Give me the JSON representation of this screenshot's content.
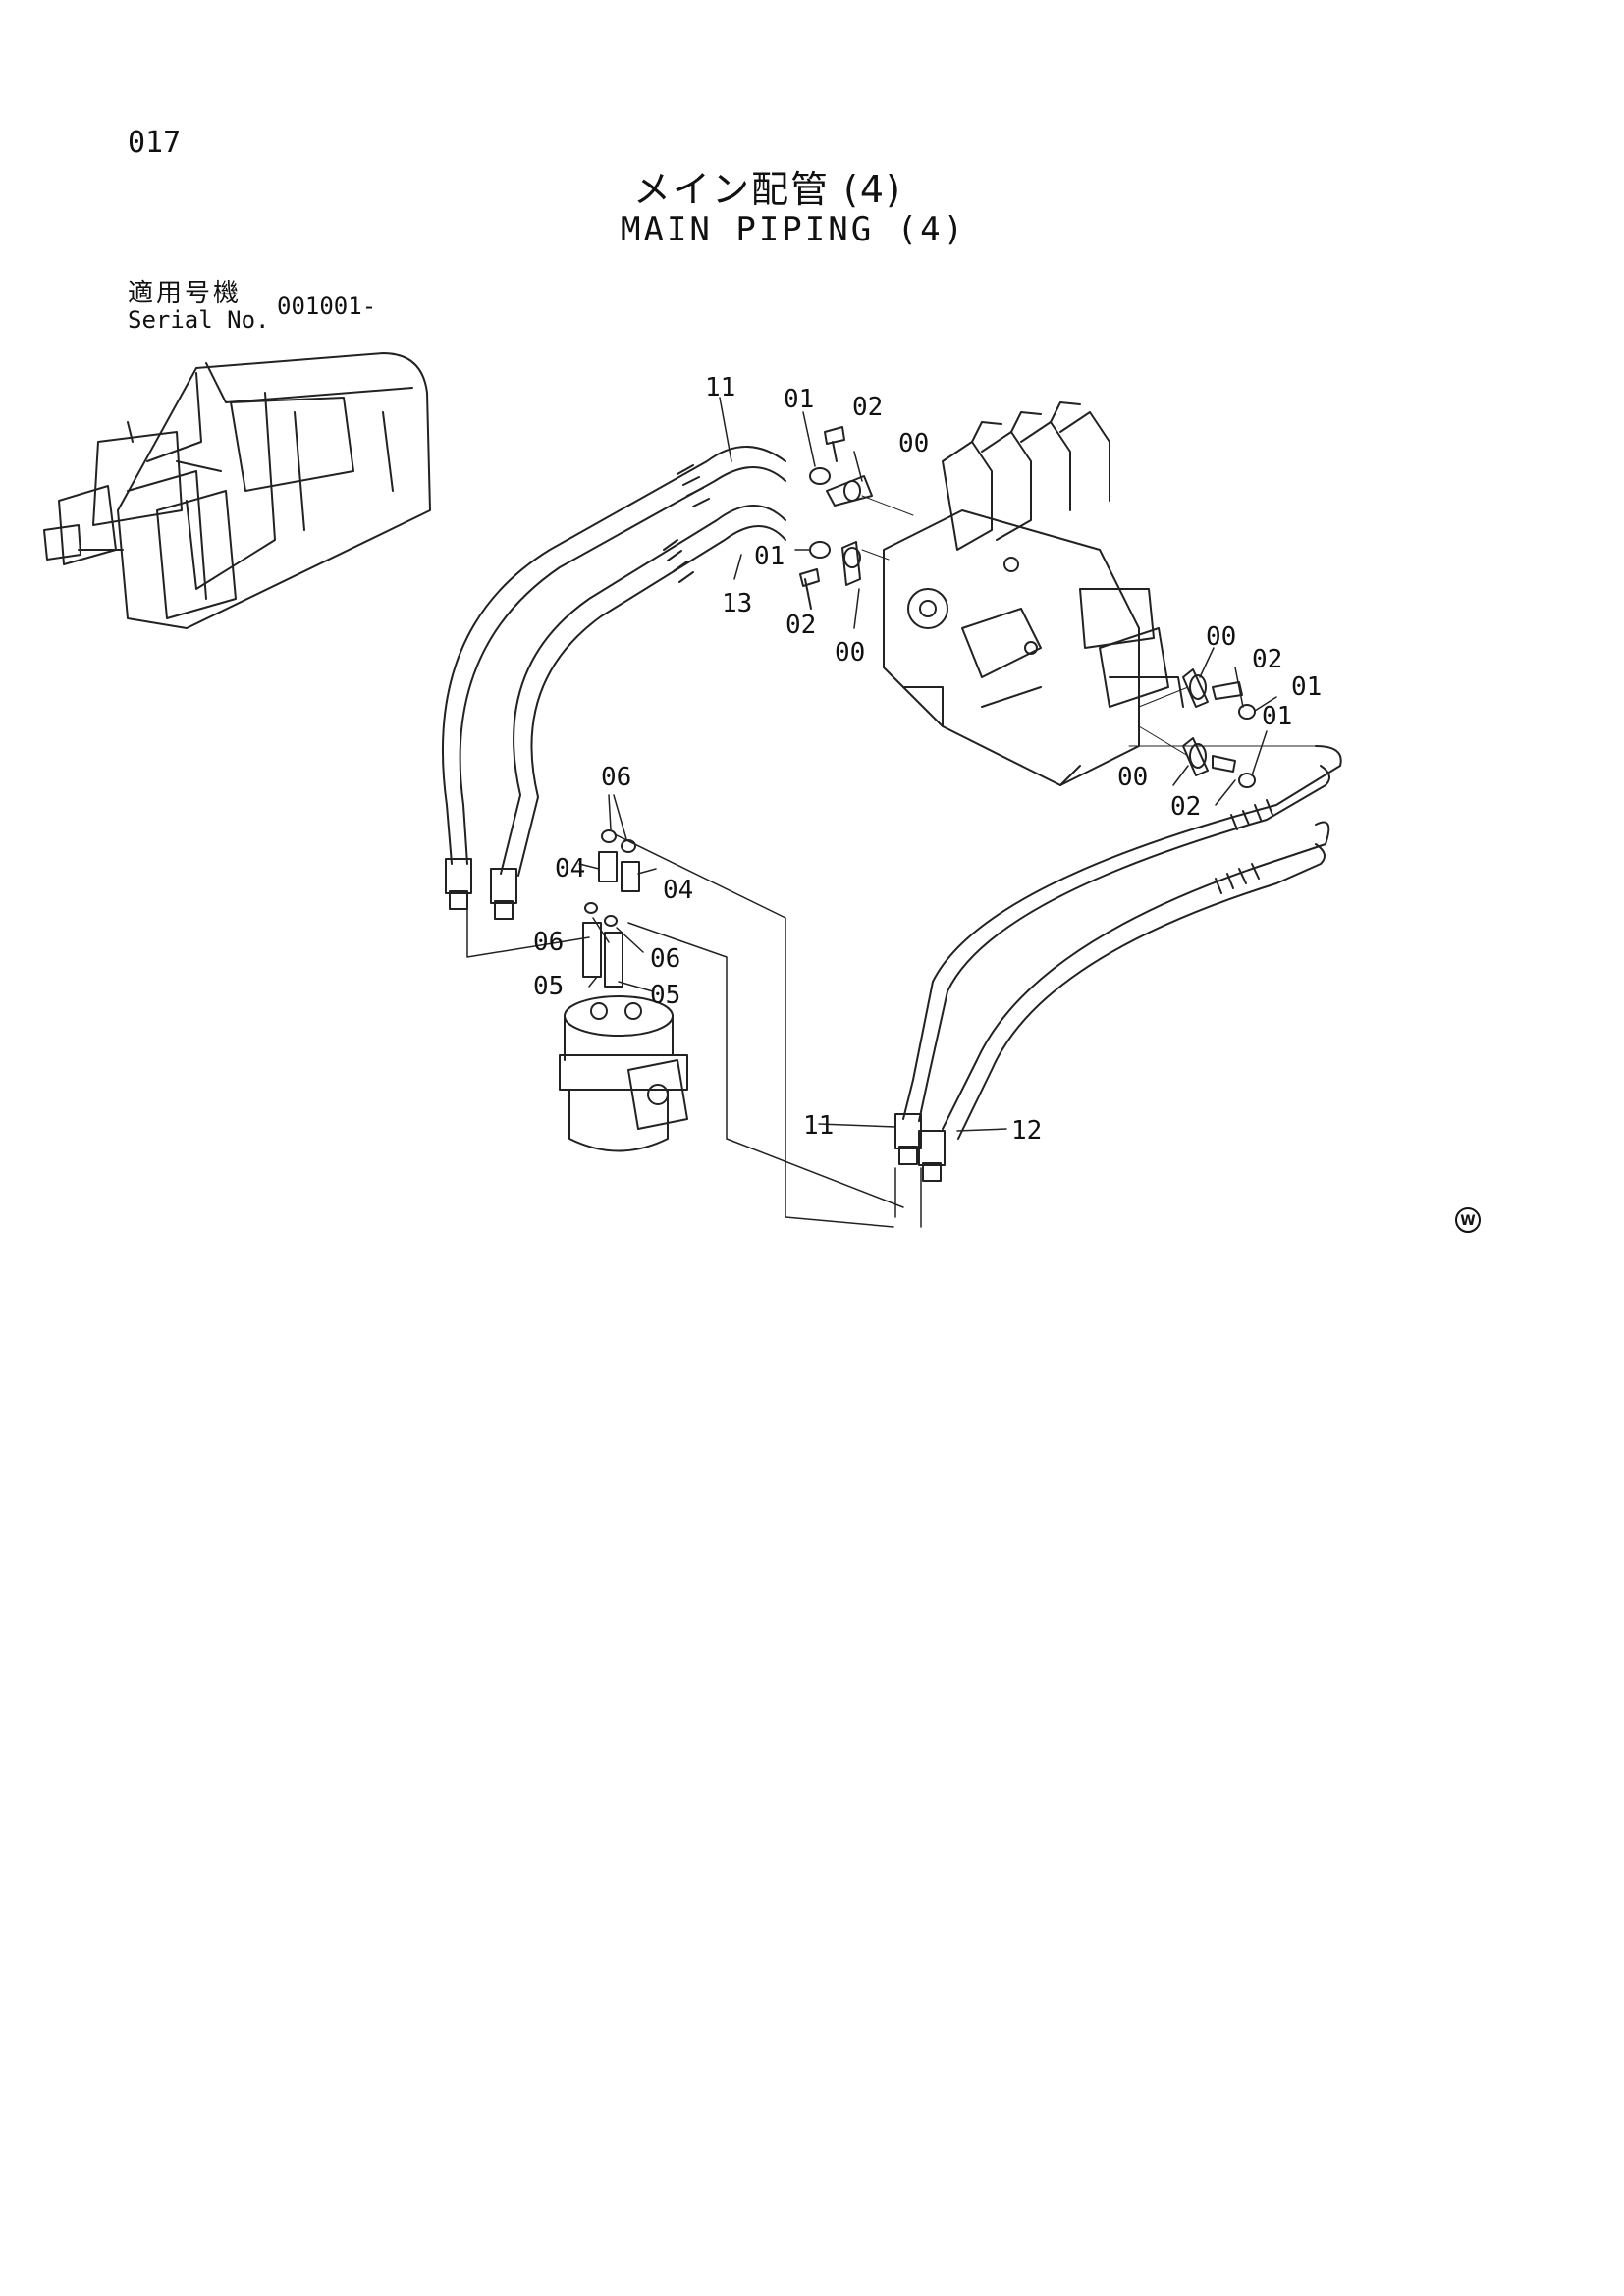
{
  "page": {
    "number": "017",
    "title_ja": "メイン配管 (4)",
    "title_en": "MAIN PIPING (4)",
    "serial_label_ja": "適用号機",
    "serial_label_en": "Serial No.",
    "serial_value": "001001-"
  },
  "callouts": {
    "c11_top": "11",
    "c01_top": "01",
    "c02_top": "02",
    "c00_top": "00",
    "c01_mid": "01",
    "c13": "13",
    "c02_mid": "02",
    "c00_mid": "00",
    "c00_r1": "00",
    "c02_r1": "02",
    "c01_r1": "01",
    "c00_r2": "00",
    "c01_r2": "01",
    "c02_r2": "02",
    "c06_top": "06",
    "c04_left": "04",
    "c04_right": "04",
    "c06_left": "06",
    "c06_right": "06",
    "c05_left": "05",
    "c05_right": "05",
    "c11_bottom": "11",
    "c12": "12"
  },
  "parts": [
    {
      "name": "hose-11",
      "label": "11"
    },
    {
      "name": "hose-12",
      "label": "12"
    },
    {
      "name": "hose-13",
      "label": "13"
    },
    {
      "name": "control-valve",
      "label": ""
    },
    {
      "name": "swivel-joint",
      "label": ""
    },
    {
      "name": "excavator-locator",
      "label": ""
    }
  ],
  "mark": {
    "icon": "w-circle-icon",
    "text": "W"
  }
}
